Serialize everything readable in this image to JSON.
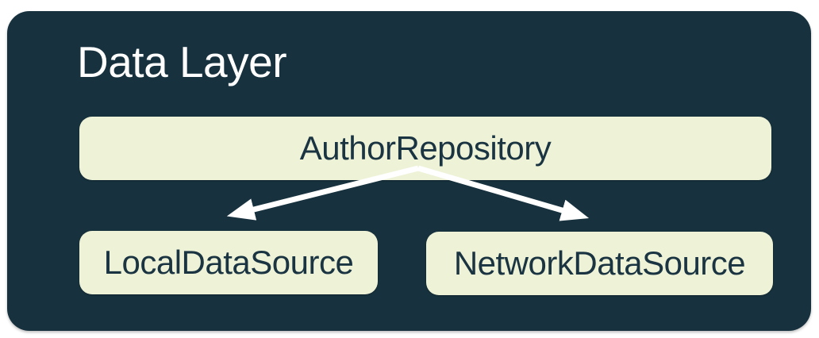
{
  "diagram": {
    "title": "Data Layer",
    "nodes": [
      {
        "id": "author-repository",
        "label": "AuthorRepository"
      },
      {
        "id": "local-data-source",
        "label": "LocalDataSource"
      },
      {
        "id": "network-data-source",
        "label": "NetworkDataSource"
      }
    ],
    "edges": [
      {
        "from": "AuthorRepository",
        "to": "LocalDataSource"
      },
      {
        "from": "AuthorRepository",
        "to": "NetworkDataSource"
      }
    ],
    "colors": {
      "canvas_background": "#ffffff",
      "container_background": "#17323e",
      "node_background": "#eef2d7",
      "node_text": "#1a3442",
      "title_text": "#ffffff",
      "arrow": "#ffffff"
    }
  }
}
